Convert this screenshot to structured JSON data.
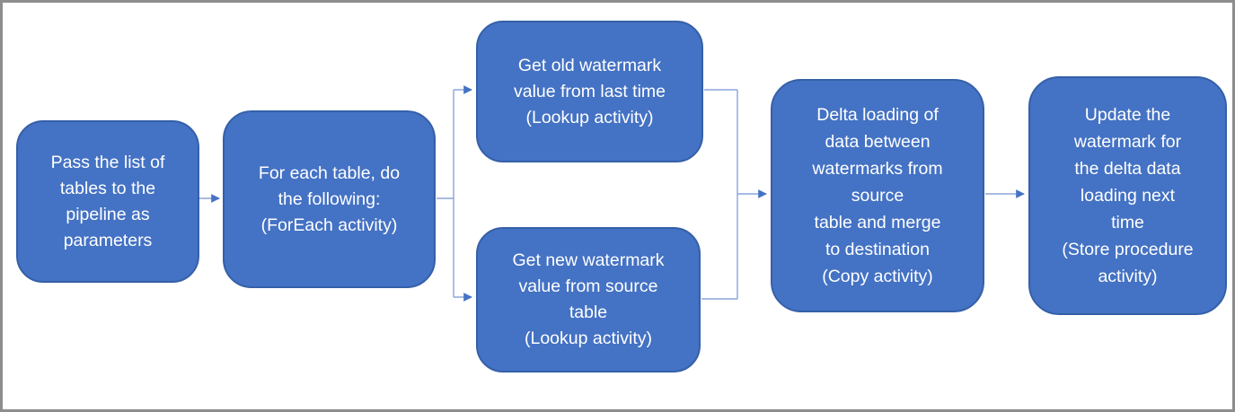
{
  "diagram": {
    "description": "Delta copy flow with watermark pipeline diagram",
    "colors": {
      "node_fill": "#4472c4",
      "node_border": "#3560a8",
      "connector_line": "#8aa5da",
      "arrowhead": "#4472c4",
      "node_text": "#ffffff",
      "frame_border": "#8d8d8d",
      "background": "#ffffff"
    },
    "nodes": [
      {
        "id": "pass-list",
        "label": "Pass the list of\ntables to the\npipeline as\nparameters"
      },
      {
        "id": "foreach",
        "label": "For each table, do\nthe following:\n(ForEach activity)"
      },
      {
        "id": "get-old-watermark",
        "label": "Get old watermark\nvalue from last time\n(Lookup activity)"
      },
      {
        "id": "get-new-watermark",
        "label": "Get new watermark\nvalue from source\ntable\n(Lookup activity)"
      },
      {
        "id": "delta-loading",
        "label": "Delta loading of\ndata between\nwatermarks from\nsource\ntable and merge\nto destination\n(Copy activity)"
      },
      {
        "id": "update-watermark",
        "label": "Update the\nwatermark for\nthe delta data\nloading next\ntime\n(Store procedure\nactivity)"
      }
    ],
    "edges": [
      {
        "from": "pass-list",
        "to": "foreach"
      },
      {
        "from": "foreach",
        "to": "get-old-watermark"
      },
      {
        "from": "foreach",
        "to": "get-new-watermark"
      },
      {
        "from": "get-old-watermark",
        "to": "delta-loading"
      },
      {
        "from": "get-new-watermark",
        "to": "delta-loading"
      },
      {
        "from": "delta-loading",
        "to": "update-watermark"
      }
    ]
  }
}
